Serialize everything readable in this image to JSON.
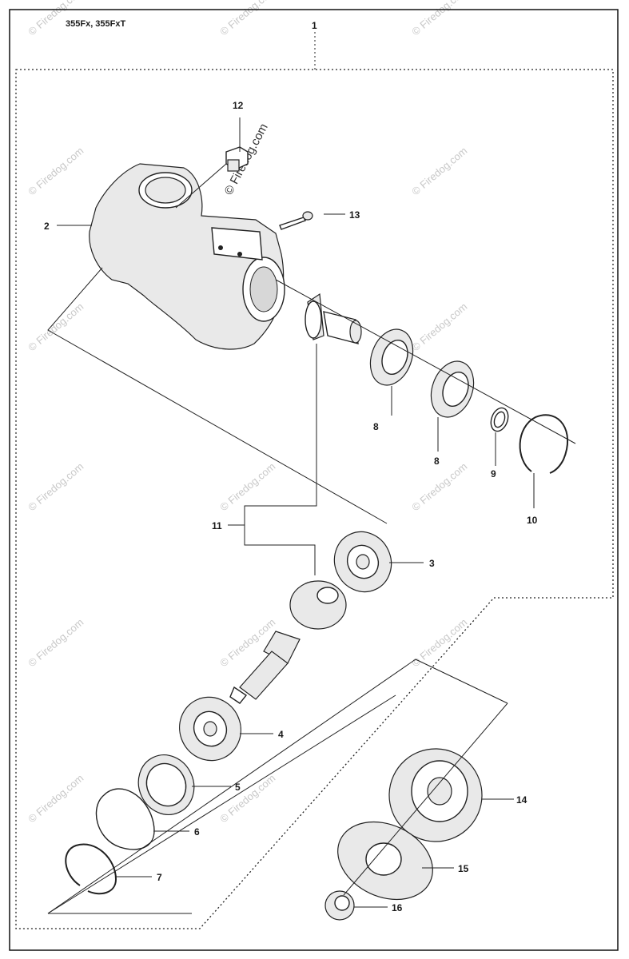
{
  "diagram": {
    "models": "355Fx, 355FxT",
    "watermark": "© Firedog.com",
    "callouts": [
      {
        "id": "1",
        "label": "1"
      },
      {
        "id": "2",
        "label": "2"
      },
      {
        "id": "3",
        "label": "3"
      },
      {
        "id": "4",
        "label": "4"
      },
      {
        "id": "5",
        "label": "5"
      },
      {
        "id": "6",
        "label": "6"
      },
      {
        "id": "7",
        "label": "7"
      },
      {
        "id": "8a",
        "label": "8"
      },
      {
        "id": "8b",
        "label": "8"
      },
      {
        "id": "9",
        "label": "9"
      },
      {
        "id": "10",
        "label": "10"
      },
      {
        "id": "11",
        "label": "11"
      },
      {
        "id": "12",
        "label": "12"
      },
      {
        "id": "13",
        "label": "13"
      },
      {
        "id": "14",
        "label": "14"
      },
      {
        "id": "15",
        "label": "15"
      },
      {
        "id": "16",
        "label": "16"
      }
    ]
  }
}
